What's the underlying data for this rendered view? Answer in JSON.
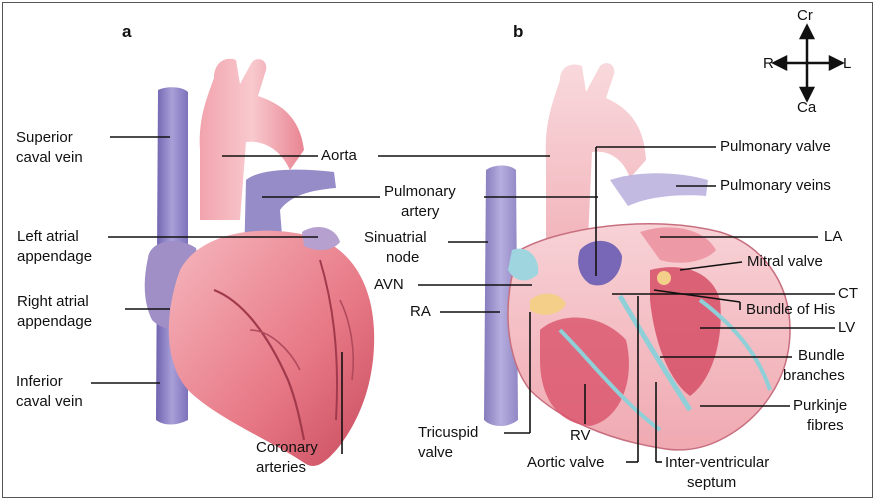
{
  "panels": {
    "a": "a",
    "b": "b"
  },
  "compass": {
    "up": "Cr",
    "down": "Ca",
    "left": "R",
    "right": "L"
  },
  "labels": {
    "superior_caval_vein": [
      "Superior",
      "caval vein"
    ],
    "left_atrial_appendage": [
      "Left atrial",
      "appendage"
    ],
    "right_atrial_appendage": [
      "Right atrial",
      "appendage"
    ],
    "inferior_caval_vein": [
      "Inferior",
      "caval vein"
    ],
    "coronary_arteries": [
      "Coronary",
      "arteries"
    ],
    "aorta": "Aorta",
    "pulmonary_artery": [
      "Pulmonary",
      "artery"
    ],
    "sinuatrial_node": [
      "Sinuatrial",
      "node"
    ],
    "avn": "AVN",
    "ra": "RA",
    "tricuspid_valve": [
      "Tricuspid",
      "valve"
    ],
    "rv": "RV",
    "aortic_valve": "Aortic valve",
    "inter_ventricular_septum": [
      "Inter-ventricular",
      "septum"
    ],
    "pulmonary_valve": "Pulmonary valve",
    "pulmonary_veins": "Pulmonary veins",
    "la": "LA",
    "mitral_valve": "Mitral valve",
    "ct": "CT",
    "bundle_of_his": "Bundle of His",
    "lv": "LV",
    "bundle_branches": [
      "Bundle",
      "branches"
    ],
    "purkinje_fibres": [
      "Purkinje",
      "fibres"
    ]
  },
  "colors": {
    "heart_red": "#e46b7a",
    "heart_pink": "#f3a9b0",
    "vein_purple": "#8e84c4",
    "vein_light": "#b9b2dd",
    "conduction_cyan": "#8fd0d8",
    "valve_yellow": "#f4cf8a"
  }
}
